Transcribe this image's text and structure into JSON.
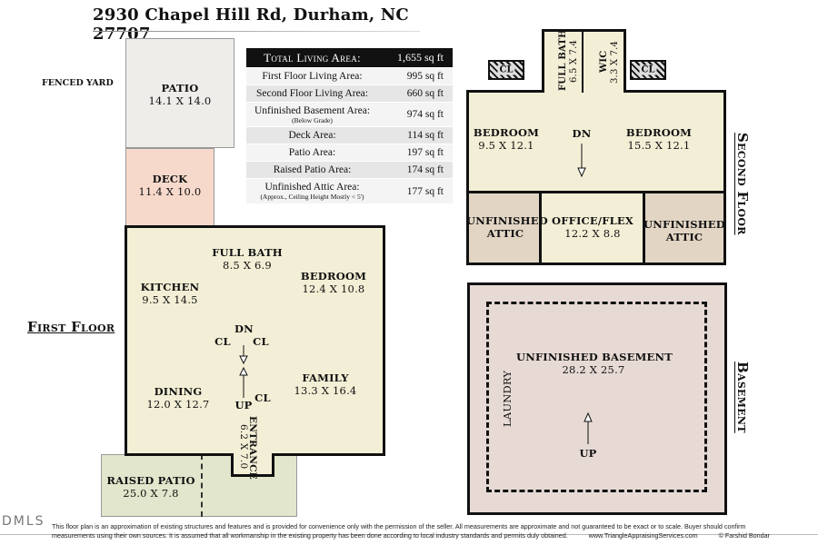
{
  "title": "2930 Chapel Hill Rd, Durham, NC 27707",
  "area_table": {
    "header_label": "Total Living Area:",
    "header_value": "1,655 sq ft",
    "rows": [
      {
        "label": "First Floor Living Area:",
        "note": "",
        "value": "995 sq ft"
      },
      {
        "label": "Second Floor Living Area:",
        "note": "",
        "value": "660 sq ft"
      },
      {
        "label": "Unfinished Basement Area:",
        "note": "(Below Grade)",
        "value": "974 sq ft"
      },
      {
        "label": "Deck Area:",
        "note": "",
        "value": "114 sq ft"
      },
      {
        "label": "Patio Area:",
        "note": "",
        "value": "197 sq ft"
      },
      {
        "label": "Raised Patio Area:",
        "note": "",
        "value": "174 sq ft"
      },
      {
        "label": "Unfinished Attic Area:",
        "note": "(Approx., Ceiling Height Mostly < 5')",
        "value": "177 sq ft"
      }
    ]
  },
  "outdoor": {
    "fenced_yard": "FENCED YARD",
    "patio": {
      "name": "PATIO",
      "dim": "14.1 X 14.0"
    },
    "deck": {
      "name": "DECK",
      "dim": "11.4 X 10.0"
    },
    "raised_patio": {
      "name": "RAISED PATIO",
      "dim": "25.0 X 7.8"
    }
  },
  "first_floor": {
    "label": "First Floor",
    "full_bath": {
      "name": "FULL BATH",
      "dim": "8.5 X 6.9"
    },
    "kitchen": {
      "name": "KITCHEN",
      "dim": "9.5 X 14.5"
    },
    "bedroom": {
      "name": "BEDROOM",
      "dim": "12.4 X 10.8"
    },
    "dining": {
      "name": "DINING",
      "dim": "12.0 X 12.7"
    },
    "family": {
      "name": "FAMILY",
      "dim": "13.3 X 16.4"
    },
    "entrance": {
      "name": "ENTRANCE",
      "dim": "6.2 X 7.0"
    },
    "dn": "DN",
    "up": "UP",
    "cl1": "CL",
    "cl2": "CL",
    "cl3": "CL"
  },
  "second_floor": {
    "label": "Second Floor",
    "full_bath": {
      "name": "FULL BATH",
      "dim": "6.5 X 7.4"
    },
    "wic": {
      "name": "WIC",
      "dim": "3.3 X 7.4"
    },
    "bedroom_left": {
      "name": "BEDROOM",
      "dim": "9.5 X 12.1"
    },
    "bedroom_right": {
      "name": "BEDROOM",
      "dim": "15.5 X 12.1"
    },
    "office": {
      "name": "OFFICE/FLEX",
      "dim": "12.2 X 8.8"
    },
    "attic_left_1": "UNFINISHED",
    "attic_left_2": "ATTIC",
    "attic_right_1": "UNFINISHED",
    "attic_right_2": "ATTIC",
    "dn": "DN",
    "cl_left": "CL",
    "cl_right": "CL"
  },
  "basement": {
    "label": "Basement",
    "room": {
      "name": "UNFINISHED BASEMENT",
      "dim": "28.2 X 25.7"
    },
    "laundry": "LAUNDRY",
    "up": "UP"
  },
  "footer": {
    "line1": "This floor plan is an approximation of existing structures and features and is provided for convenience only with the permission of the seller.  All measurements are approximate and not guaranteed to be exact or to scale.  Buyer should confirm",
    "line2": "measurements using their own sources.  It is assumed that all workmanship in the existing property has been done according to local industry standards and permits duly obtained.",
    "website": "www.TriangleAppraisingServices.com",
    "credit": "© Farshid Bondar"
  },
  "watermark": "DMLS",
  "colors": {
    "living": "#f3efd6",
    "patio": "#efedea",
    "deck": "#f7d9cb",
    "raised_patio": "#e1e6cc",
    "attic": "#e2d5c4",
    "basement": "#e7dad5"
  }
}
